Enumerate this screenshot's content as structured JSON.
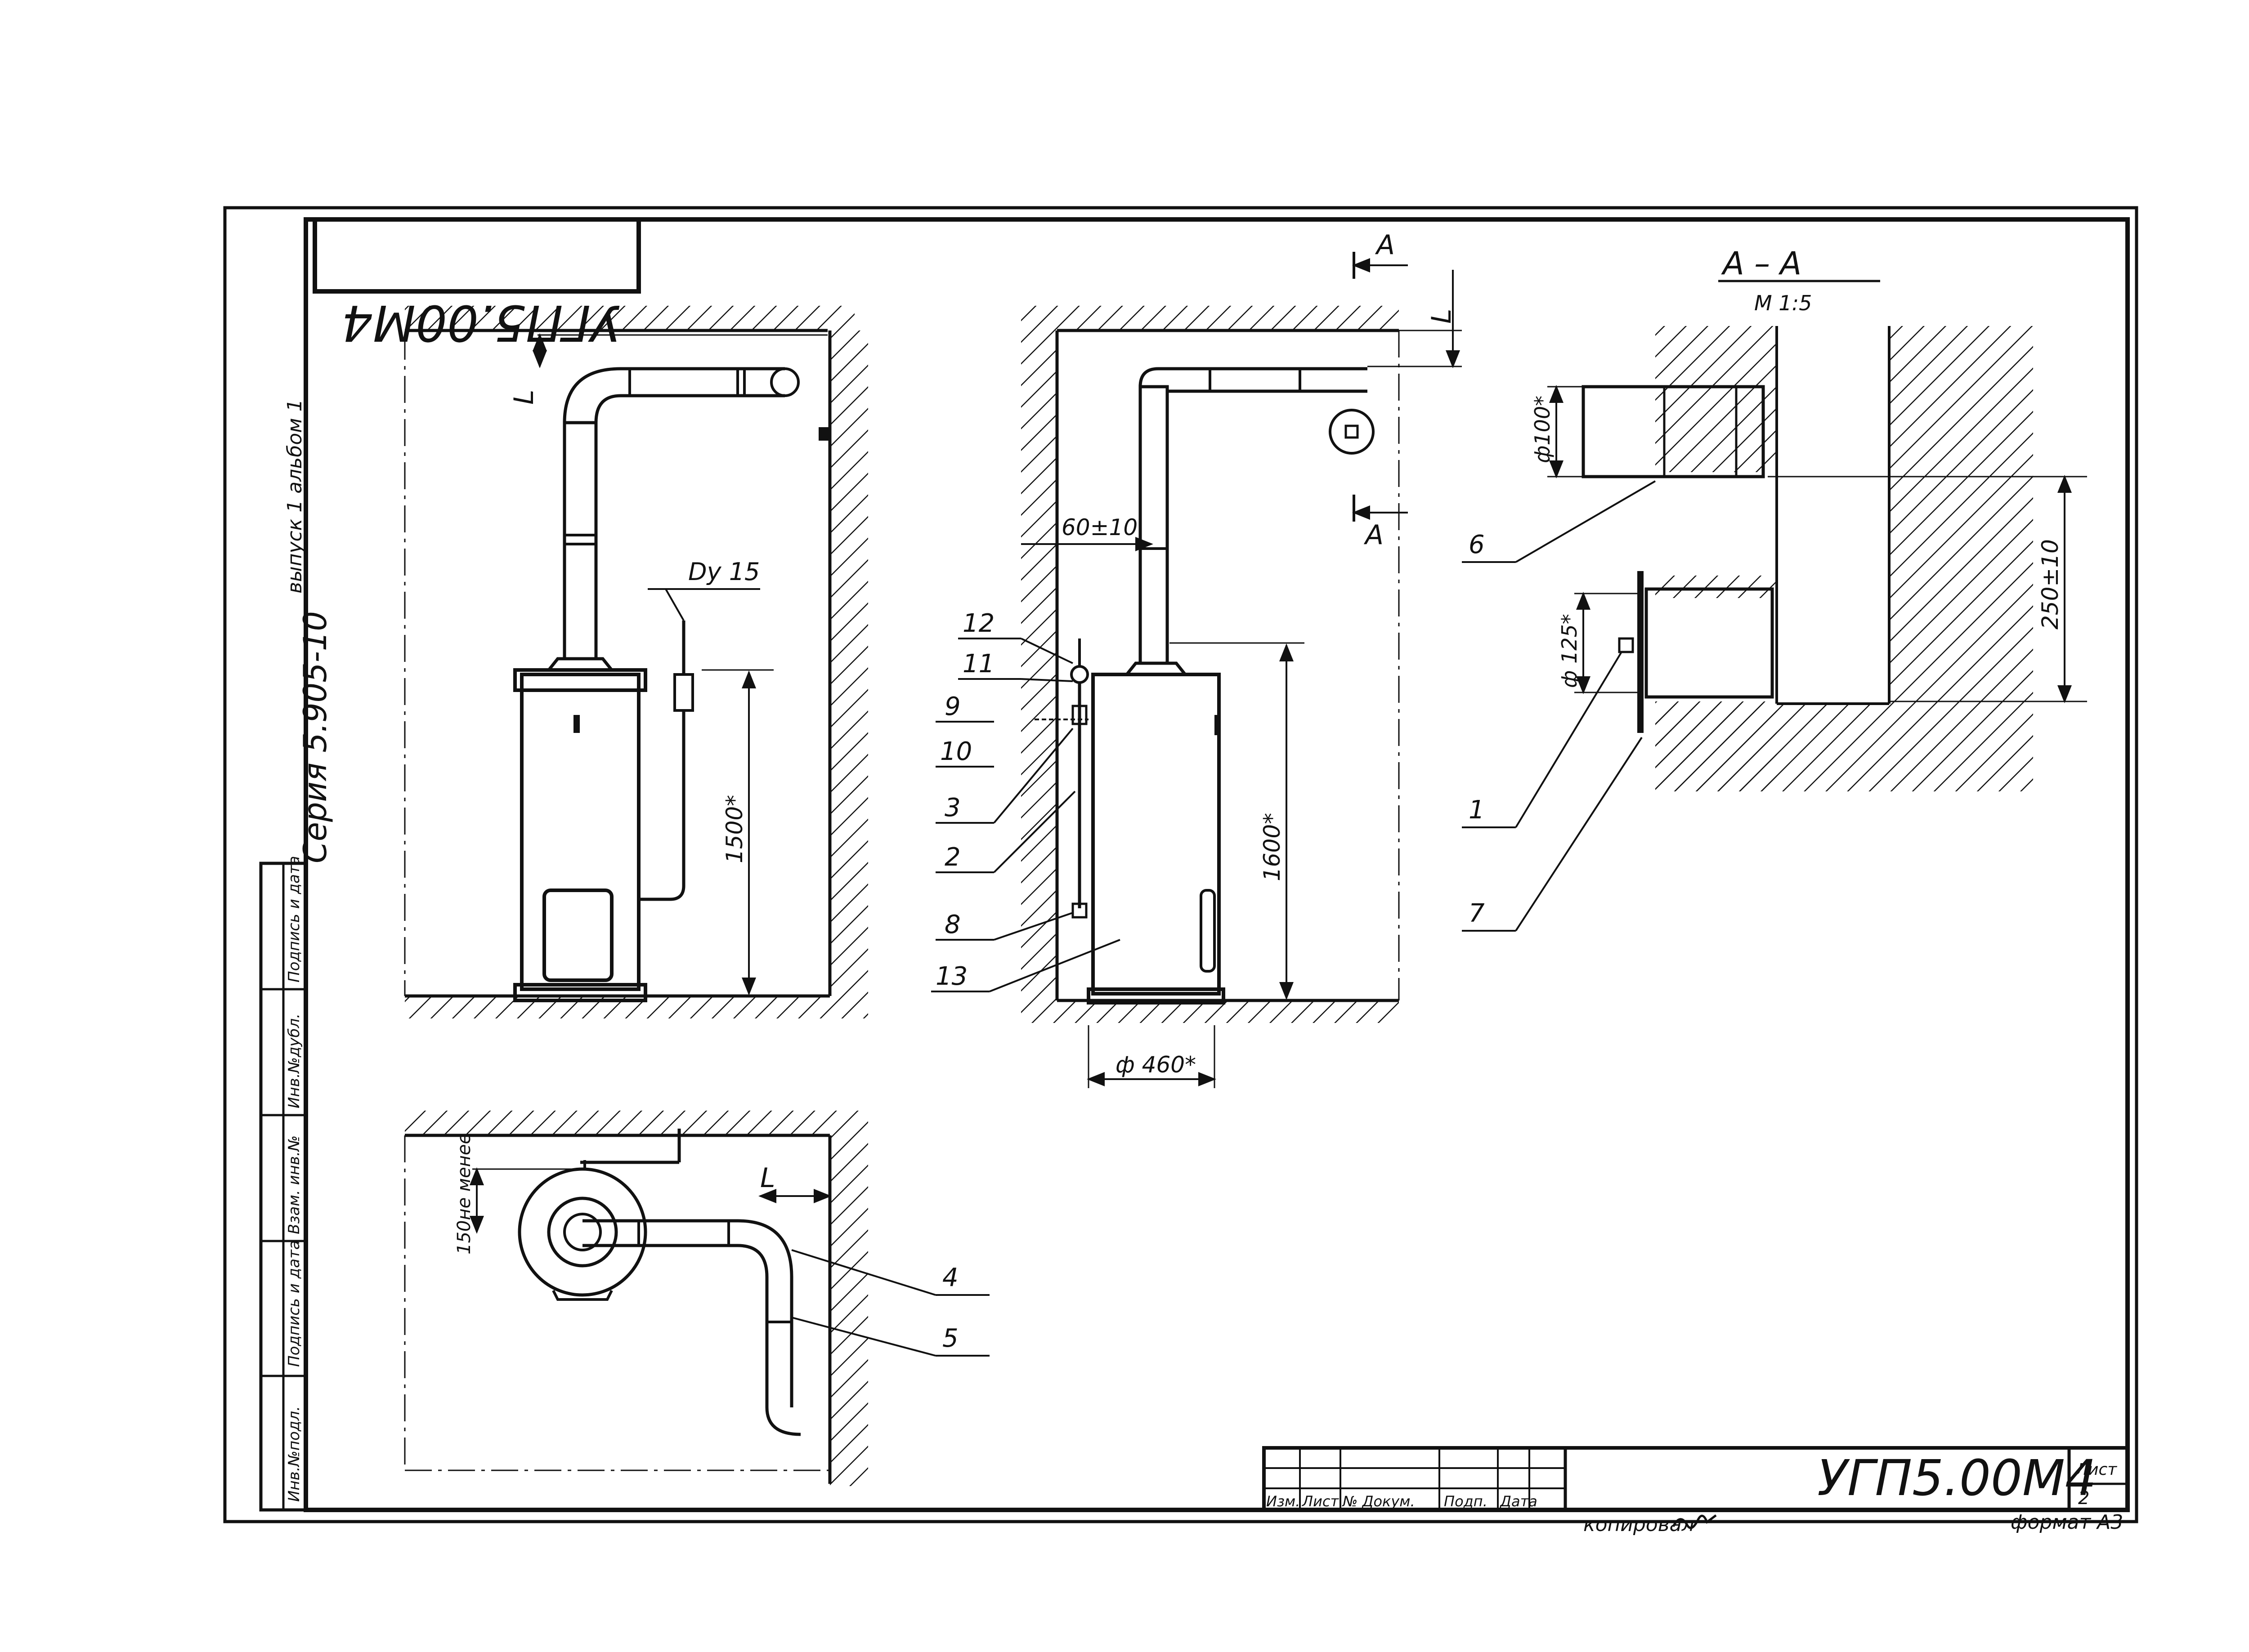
{
  "drawing": {
    "designation": "УГП5.00М4",
    "designation_rotated": "УГП5.00М4",
    "series": "Серия 5.905-10",
    "issue": "выпуск 1 альбом 1",
    "copied_by": "копировал",
    "format": "формат А3",
    "sheet_label": "Лист",
    "sheet_number": "2"
  },
  "side_stamp": [
    "Инв.№подл.",
    "Подпись и дата",
    "Взам. инв.№",
    "Инв.№дубл.",
    "Подпись и дата"
  ],
  "title_block": {
    "columns": [
      "Изм.",
      "Лист",
      "№ Докум.",
      "Подп.",
      "Дата"
    ]
  },
  "views": {
    "front": {
      "dim_height": "1500*",
      "pipe": "Dy 15",
      "dim_l": "L"
    },
    "side": {
      "dim_offset": "60±10",
      "dim_height": "1600*",
      "dim_diameter": "ф 460*",
      "section_mark": "A",
      "dim_l": "L",
      "callouts": [
        "12",
        "11",
        "9",
        "10",
        "3",
        "2",
        "8",
        "13"
      ]
    },
    "plan": {
      "dim_clearance": "150не менее",
      "dim_l": "L",
      "callouts": [
        "4",
        "5"
      ]
    },
    "section": {
      "title": "А – А",
      "scale": "М 1:5",
      "dim_pipe": "ф100*",
      "dim_flange": "ф 125*",
      "dim_height": "250±10",
      "callouts": [
        "6",
        "1",
        "7"
      ]
    }
  },
  "colors": {
    "ink": "#111111",
    "paper": "#ffffff"
  }
}
